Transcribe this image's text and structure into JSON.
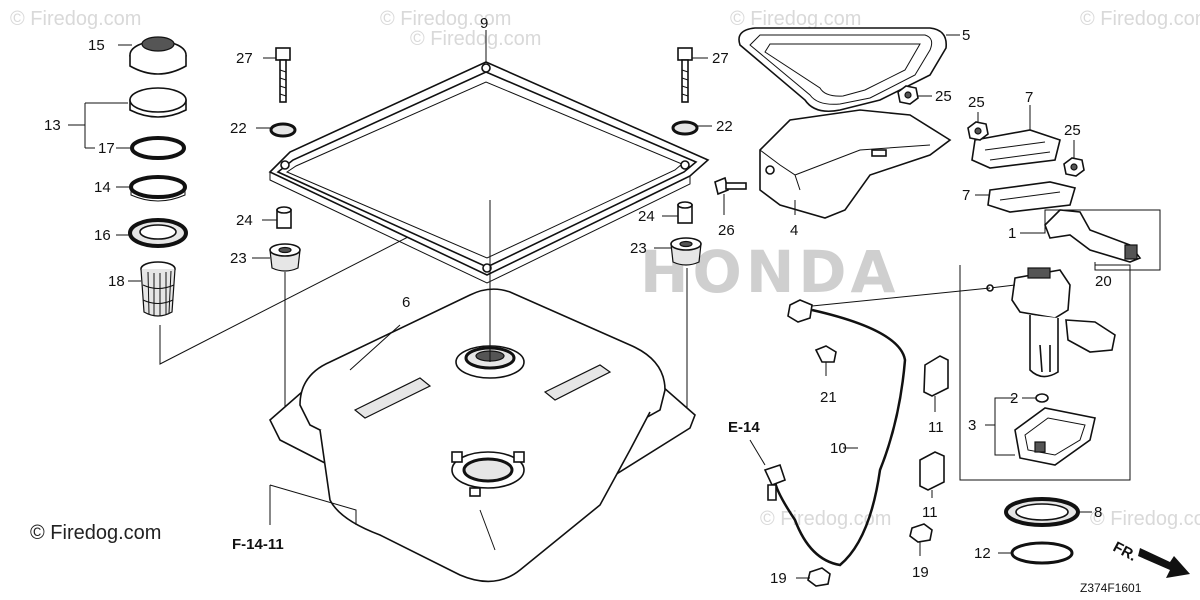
{
  "watermark": {
    "text": "© Firedog.com",
    "brand_text": "© Firedog.com",
    "honda_text": "HONDA"
  },
  "diagram_code": "Z374F1601",
  "direction_label": "FR.",
  "references": [
    "E-14",
    "F-14-11"
  ],
  "callouts": {
    "c1": "1",
    "c2": "2",
    "c3": "3",
    "c4": "4",
    "c5": "5",
    "c6": "6",
    "c7a": "7",
    "c7b": "7",
    "c8": "8",
    "c9": "9",
    "c10": "10",
    "c11a": "11",
    "c11b": "11",
    "c12": "12",
    "c13": "13",
    "c14": "14",
    "c15": "15",
    "c16": "16",
    "c17": "17",
    "c18": "18",
    "c19a": "19",
    "c19b": "19",
    "c20": "20",
    "c21": "21",
    "c22a": "22",
    "c22b": "22",
    "c23a": "23",
    "c23b": "23",
    "c24a": "24",
    "c24b": "24",
    "c25a": "25",
    "c25b": "25",
    "c25c": "25",
    "c26": "26",
    "c27a": "27",
    "c27b": "27"
  },
  "colors": {
    "ink": "#111111",
    "watermark": "#d9d9d9",
    "honda": "#cfcfcf"
  }
}
